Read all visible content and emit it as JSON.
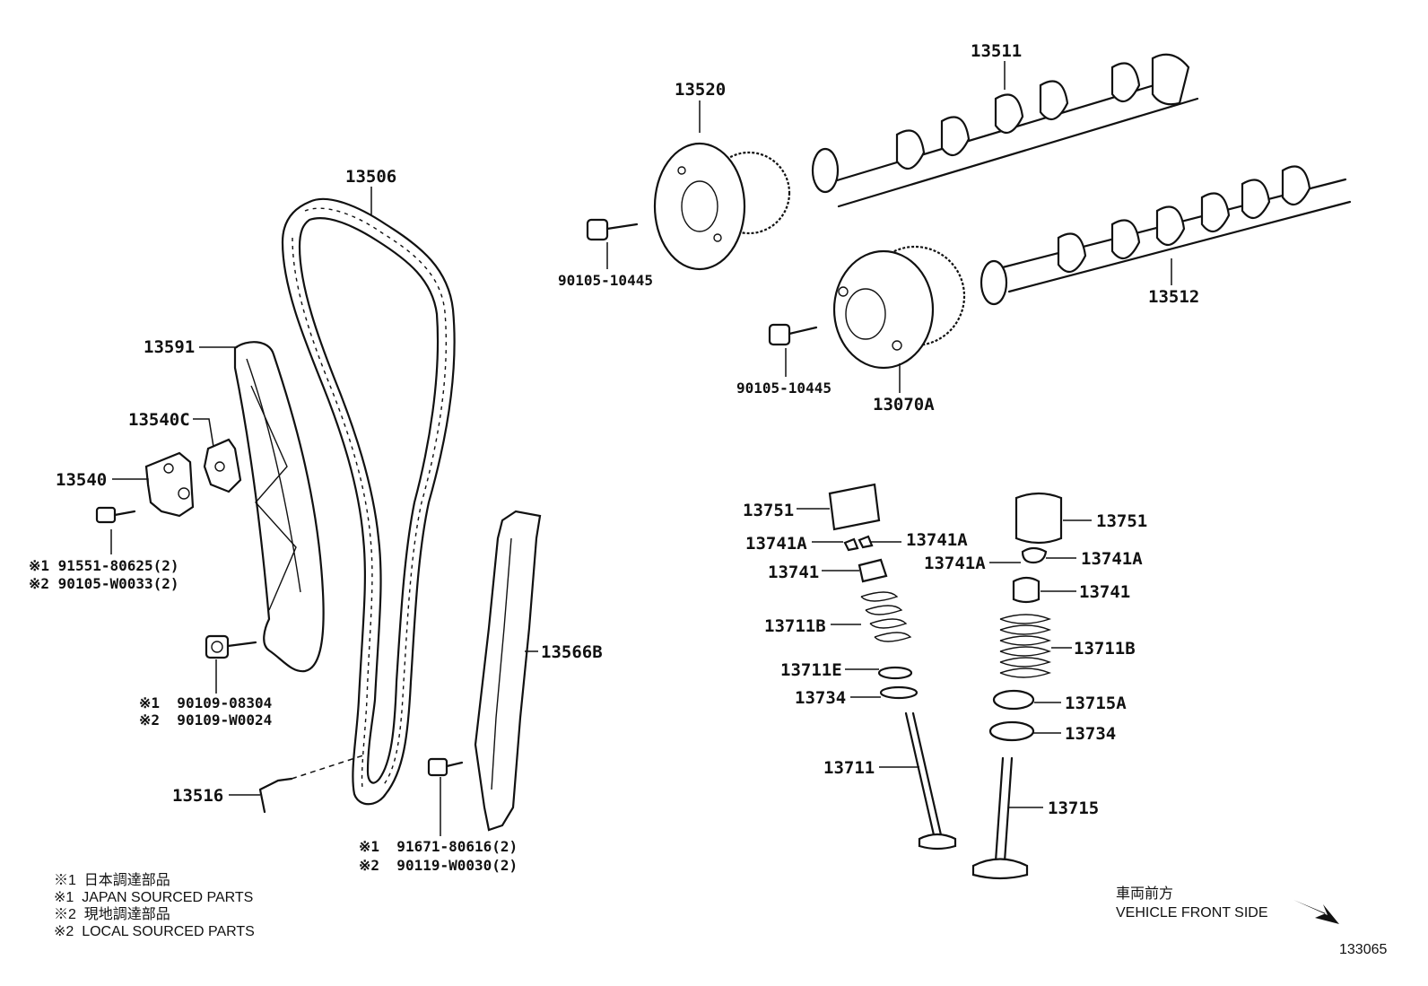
{
  "parts": {
    "p13506": "13506",
    "p13591": "13591",
    "p13540C": "13540C",
    "p13540": "13540",
    "bolt_tensioner_1": "※1 91551-80625(2)",
    "bolt_tensioner_2": "※2 90105-W0033(2)",
    "bolt_guide_1": "※1  90109-08304",
    "bolt_guide_2": "※2  90109-W0024",
    "p13516": "13516",
    "bolt_damper_1": "※1  91671-80616(2)",
    "bolt_damper_2": "※2  90119-W0030(2)",
    "p13566B": "13566B",
    "p13520": "13520",
    "bolt_gear_a": "90105-10445",
    "bolt_gear_b": "90105-10445",
    "p13511": "13511",
    "p13512": "13512",
    "p13070A": "13070A",
    "left_13751": "13751",
    "left_13741A_a": "13741A",
    "left_13741A_b": "13741A",
    "left_13741": "13741",
    "left_13711B": "13711B",
    "left_13711E": "13711E",
    "left_13734": "13734",
    "left_13711": "13711",
    "right_13751": "13751",
    "right_13741A_a": "13741A",
    "right_13741A_b": "13741A",
    "right_13741": "13741",
    "right_13711B": "13711B",
    "right_13715A": "13715A",
    "right_13734": "13734",
    "right_13715": "13715"
  },
  "legend": {
    "line1": "※1  日本調達部品",
    "line2": "※1  JAPAN SOURCED PARTS",
    "line3": "※2  現地調達部品",
    "line4": "※2  LOCAL SOURCED PARTS"
  },
  "direction": {
    "jp": "車両前方",
    "en": "VEHICLE FRONT SIDE"
  },
  "figure_id": "133065"
}
